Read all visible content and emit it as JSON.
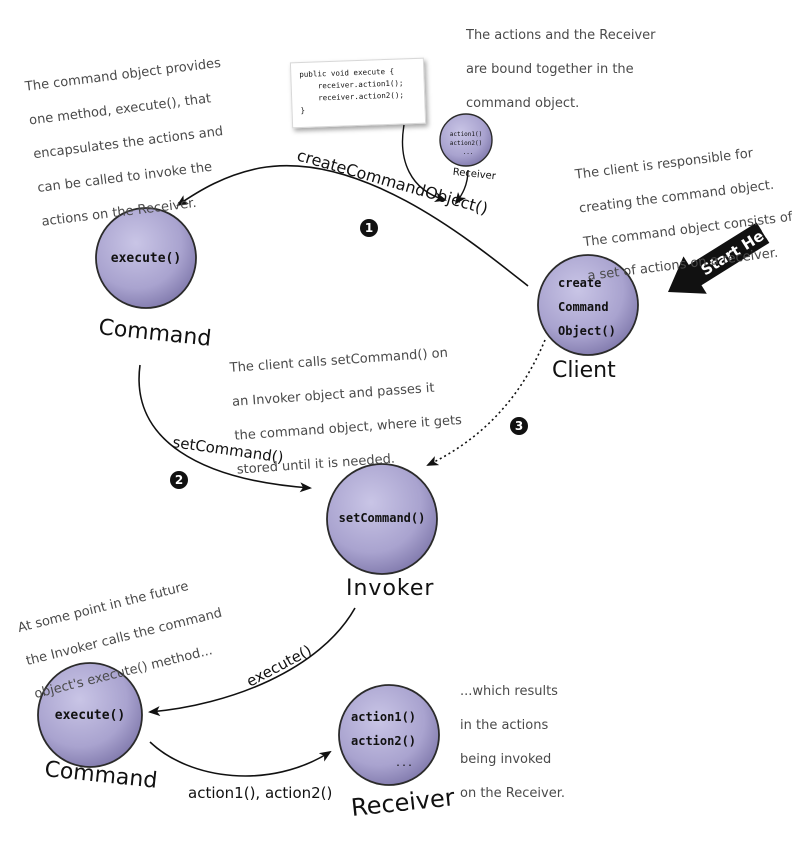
{
  "notes": {
    "command_object": [
      "The command object provides",
      "one method, execute(), that",
      "encapsulates the actions and",
      "can be called to invoke the",
      "actions on the Receiver."
    ],
    "bound_together": [
      "The actions and the Receiver",
      "are bound together in the",
      "command object."
    ],
    "client_responsible": [
      "The client is responsible for",
      "creating the command object.",
      "The command object consists of",
      "a set of actions on a receiver."
    ],
    "set_command": [
      "The client calls setCommand() on",
      "an Invoker object and passes it",
      "the command object, where it gets",
      "stored until it is needed."
    ],
    "future": [
      "At some point in the future",
      "the Invoker calls the command",
      "object's execute() method..."
    ],
    "results": [
      "...which results",
      "in the actions",
      "being invoked",
      "on the Receiver."
    ]
  },
  "code_card": [
    "public void execute {",
    "receiver.action1();",
    "receiver.action2();",
    "}"
  ],
  "mini_receiver": {
    "lines": [
      "action1()",
      "action2()",
      "..."
    ],
    "label": "Receiver"
  },
  "nodes": {
    "command_top": {
      "text": "execute()",
      "label": "Command"
    },
    "client": {
      "lines": [
        "create",
        "Command",
        "Object()"
      ],
      "label": "Client"
    },
    "invoker": {
      "text": "setCommand()",
      "label": "Invoker"
    },
    "command_bottom": {
      "text": "execute()",
      "label": "Command"
    },
    "receiver": {
      "lines": [
        "action1()",
        "action2()",
        "..."
      ],
      "label": "Receiver"
    }
  },
  "arrows": {
    "create_command": "createCommandObject()",
    "set_command": "setCommand()",
    "execute": "execute()",
    "actions": "action1(), action2()"
  },
  "steps": [
    "1",
    "2",
    "3"
  ],
  "start_here": "Start Here",
  "colors": {
    "circle_fill": "#aaa5cf",
    "circle_stroke": "#2b2b2b",
    "note_text": "#4a4a4a",
    "step_badge": "#111111"
  }
}
